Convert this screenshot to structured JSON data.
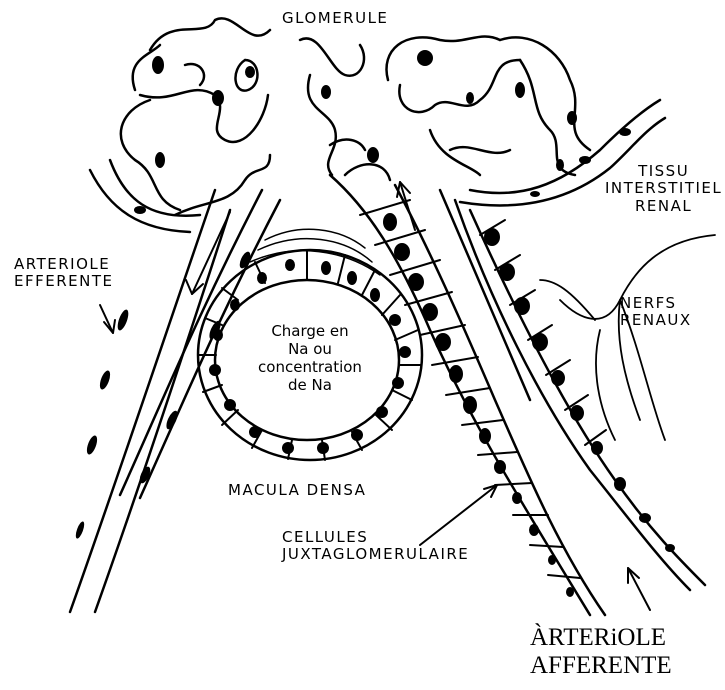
{
  "labels": {
    "glomerule": "GLOMERULE",
    "tissu": [
      "TISSU",
      "INTERSTITIEL",
      "RENAL"
    ],
    "arteriole_efferente": [
      "ARTERIOLE",
      "EFFERENTE"
    ],
    "nerfs": [
      "NERFS",
      "RENAUX"
    ],
    "macula_inner": [
      "Charge en",
      "Na   ou",
      "concentration",
      "de Na"
    ],
    "macula_densa": "MACULA DENSA",
    "cellules": [
      "CELLULES",
      "JUXTAGLOMERULAIRE"
    ],
    "arteriole_afferente": [
      "ÀRTERiOLE",
      "AFFERENTE"
    ]
  },
  "colors": {
    "ink": "#000000",
    "paper": "#ffffff"
  }
}
